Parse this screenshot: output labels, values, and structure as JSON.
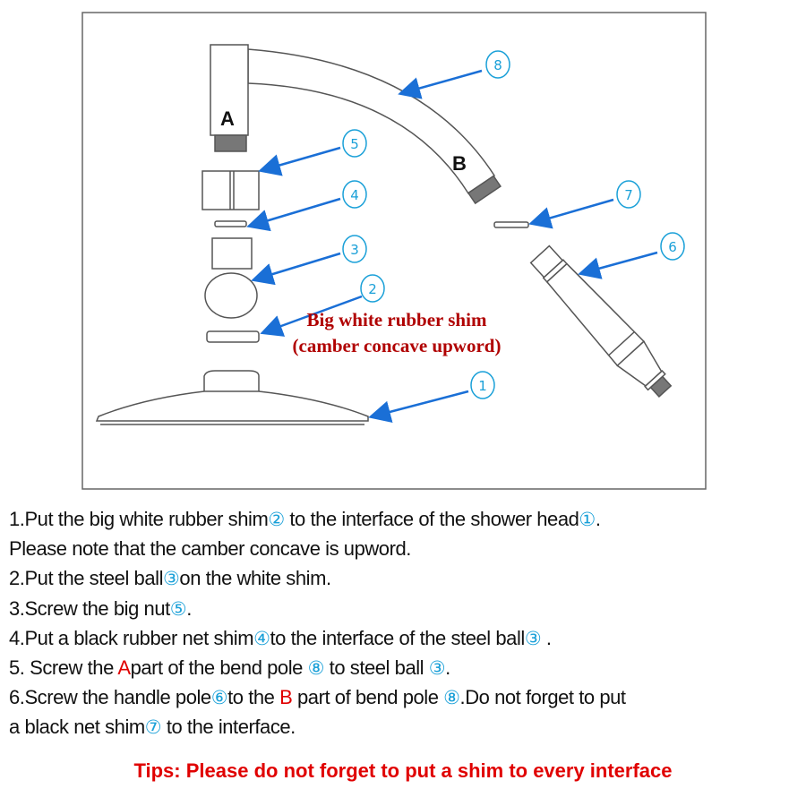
{
  "diagram": {
    "part_a_label": "A",
    "part_b_label": "B",
    "callouts": [
      "8",
      "5",
      "4",
      "3",
      "2",
      "7",
      "6",
      "1"
    ],
    "annotation_line1": "Big white rubber shim",
    "annotation_line2": "(camber concave upword)",
    "colors": {
      "callout": "#1aa0d8",
      "arrow": "#1a6fd6",
      "annotation": "#b00000",
      "outline": "#555555"
    }
  },
  "steps": [
    [
      {
        "t": "1.Put the big white rubber shim"
      },
      {
        "t": "②",
        "c": "num"
      },
      {
        "t": " to the interface of the shower head"
      },
      {
        "t": "①",
        "c": "num"
      },
      {
        "t": "."
      }
    ],
    [
      {
        "t": "Please note that the camber concave is upword."
      }
    ],
    [
      {
        "t": "2.Put the steel ball"
      },
      {
        "t": "③",
        "c": "num"
      },
      {
        "t": "on the white shim."
      }
    ],
    [
      {
        "t": "3.Screw the big nut"
      },
      {
        "t": "⑤",
        "c": "num"
      },
      {
        "t": "."
      }
    ],
    [
      {
        "t": "4.Put a black rubber net shim"
      },
      {
        "t": "④",
        "c": "num"
      },
      {
        "t": "to the interface of the steel ball"
      },
      {
        "t": "③",
        "c": "num"
      },
      {
        "t": " ."
      }
    ],
    [
      {
        "t": "5. Screw the "
      },
      {
        "t": "A",
        "c": "red"
      },
      {
        "t": "part of the bend pole "
      },
      {
        "t": "⑧",
        "c": "num"
      },
      {
        "t": "  to steel ball "
      },
      {
        "t": "③",
        "c": "num"
      },
      {
        "t": "."
      }
    ],
    [
      {
        "t": "6.Screw the handle pole"
      },
      {
        "t": "⑥",
        "c": "num"
      },
      {
        "t": "to the "
      },
      {
        "t": "B",
        "c": "red"
      },
      {
        "t": " part of bend pole "
      },
      {
        "t": "⑧",
        "c": "num"
      },
      {
        "t": ".Do not forget to put"
      }
    ],
    [
      {
        "t": "a black net shim"
      },
      {
        "t": "⑦",
        "c": "num"
      },
      {
        "t": " to the interface."
      }
    ]
  ],
  "tips": "Tips: Please do not forget to put a shim to every interface"
}
